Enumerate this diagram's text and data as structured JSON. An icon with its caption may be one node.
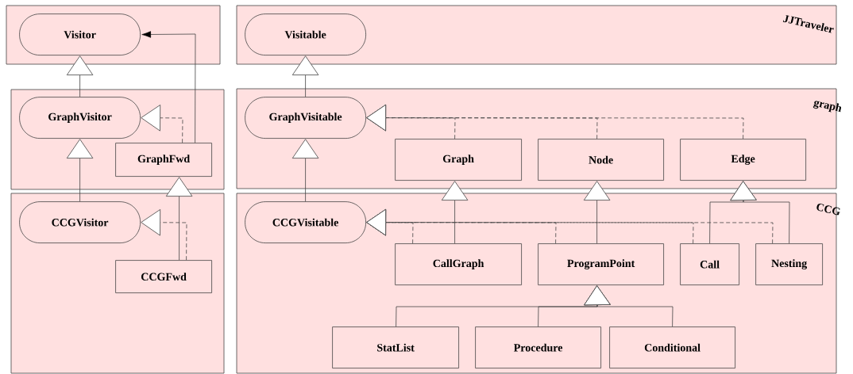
{
  "diagram": {
    "nodes": [
      {
        "text": [],
        "shape": "box"
      },
      {
        "text": [
          "Visitor"
        ],
        "in": 0
      },
      {
        "text": [
          "JJTraveler"
        ]
      },
      {
        "text": [
          "Visitable"
        ],
        "in": 2
      },
      {
        "text": [],
        "shape": "box"
      },
      {
        "text": [
          "GraphVisitor"
        ],
        "in": 4
      },
      {
        "text": [
          "GraphFwd"
        ],
        "in": 4
      },
      {
        "text": [
          "graph"
        ]
      },
      {
        "text": [
          "GraphVisitable"
        ],
        "in": 7
      },
      {
        "text": [
          "Graph"
        ],
        "in": 7
      },
      {
        "text": [
          "Node"
        ],
        "in": 7
      },
      {
        "text": [
          "Edge"
        ],
        "in": 7
      },
      {
        "text": [],
        "shape": "box"
      },
      {
        "text": [
          "CCGVisitor"
        ],
        "in": 12
      },
      {
        "text": [
          "CCGFwd"
        ],
        "in": 12
      },
      {
        "text": [
          "CCG"
        ]
      },
      {
        "text": [
          "CCGVisitable"
        ],
        "in": 15
      },
      {
        "text": [
          "CallGraph"
        ],
        "in": 15
      },
      {
        "text": [
          "ProgramPoint"
        ],
        "in": 15
      },
      {
        "text": [
          "Call"
        ],
        "in": 15
      },
      {
        "text": [
          "Nesting"
        ],
        "in": 15
      },
      {
        "text": [
          "StatList"
        ],
        "in": 15
      },
      {
        "text": [
          "Procedure"
        ],
        "in": 15
      },
      {
        "text": [
          "Conditional"
        ],
        "in": 15
      }
    ],
    "edges": [
      {
        "from": 5,
        "to": 1,
        "arrow": "to"
      },
      {
        "from": 6,
        "to": 1,
        "arrow": "to"
      },
      {
        "from": 6,
        "to": 5,
        "arrow": "to",
        "style": "dashed"
      },
      {
        "from": 13,
        "to": 5,
        "arrow": "to"
      },
      {
        "from": 14,
        "to": 6,
        "arrow": "to"
      },
      {
        "from": 14,
        "to": 13,
        "arrow": "to",
        "style": "dashed"
      },
      {
        "from": 8,
        "to": 3,
        "arrow": "to"
      },
      {
        "from": 9,
        "to": 8,
        "arrow": "to",
        "style": "dashed"
      },
      {
        "from": 10,
        "to": 8,
        "arrow": "to",
        "style": "dashed"
      },
      {
        "from": 11,
        "to": 8,
        "arrow": "to",
        "style": "dashed"
      },
      {
        "from": 16,
        "to": 8,
        "arrow": "to"
      },
      {
        "from": 17,
        "to": 9,
        "arrow": "to"
      },
      {
        "from": 18,
        "to": 10,
        "arrow": "to"
      },
      {
        "from": 19,
        "to": 11,
        "arrow": "to"
      },
      {
        "from": 20,
        "to": 11,
        "arrow": "to"
      },
      {
        "from": 17,
        "to": 16,
        "arrow": "to",
        "style": "dashed"
      },
      {
        "from": 18,
        "to": 16,
        "arrow": "to",
        "style": "dashed"
      },
      {
        "from": 19,
        "to": 16,
        "arrow": "to",
        "style": "dashed"
      },
      {
        "from": 20,
        "to": 16,
        "arrow": "to",
        "style": "dashed"
      },
      {
        "from": 21,
        "to": 18,
        "arrow": "to"
      },
      {
        "from": 22,
        "to": 18,
        "arrow": "to"
      },
      {
        "from": 23,
        "to": 18,
        "arrow": "to"
      }
    ]
  }
}
